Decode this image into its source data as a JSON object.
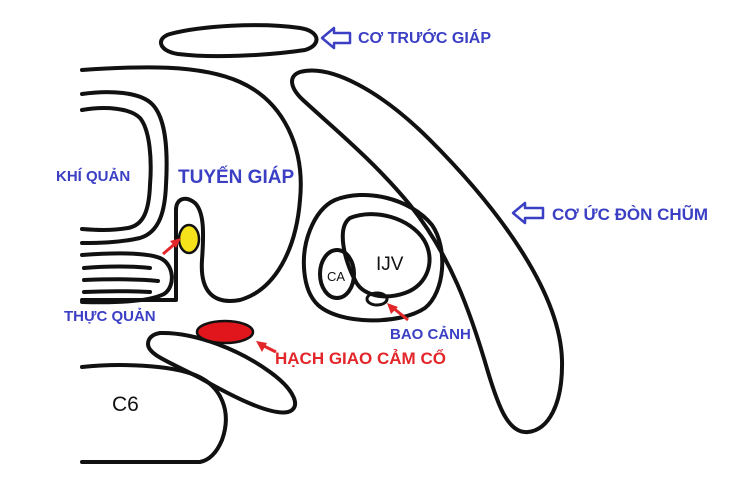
{
  "labels": {
    "thyroid_strap": "CƠ TRƯỚC GIÁP",
    "trachea": "KHÍ QUẢN",
    "thyroid": "TUYẾN GIÁP",
    "scm": "CƠ ỨC ĐÒN CHŨM",
    "ijv": "IJV",
    "ca": "CA",
    "esophagus": "THỰC QUẢN",
    "carotid_sheath": "BAO CẢNH",
    "sympathetic_ganglion": "HẠCH GIAO CẢM CỔ",
    "vertebra": "C6"
  },
  "colors": {
    "label_blue": "#3b3fc4",
    "label_red": "#e3262a",
    "parathyroid_fill": "#f5e21a",
    "ganglion_fill": "#e0161c",
    "outline": "#111111"
  }
}
